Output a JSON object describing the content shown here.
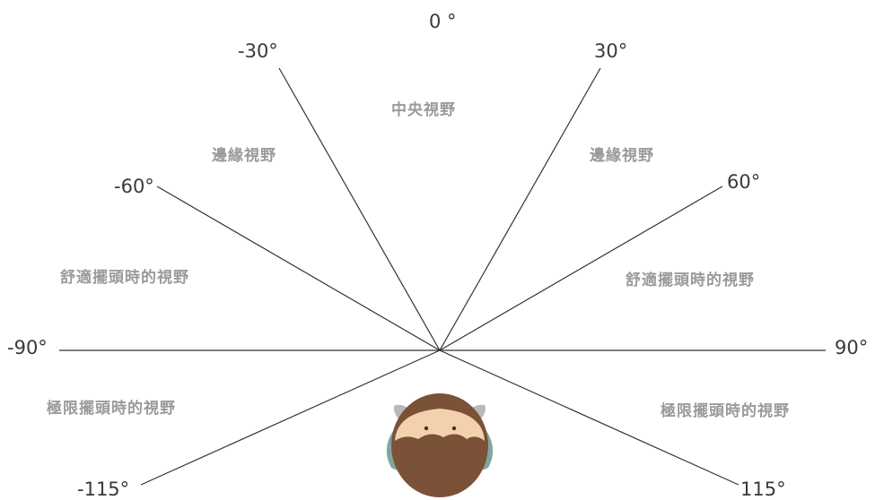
{
  "angles": {
    "a0": "0 °",
    "a_neg30": "-30°",
    "a30": "30°",
    "a_neg60": "-60°",
    "a60": "60°",
    "a_neg90": "-90°",
    "a90": "90°",
    "a_neg115": "-115°",
    "a115": "115°"
  },
  "zones": {
    "central": "中央視野",
    "peripheral_left": "邊緣視野",
    "peripheral_right": "邊緣視野",
    "comfortable_left": "舒適擺頭時的視野",
    "comfortable_right": "舒適擺頭時的視野",
    "extreme_left": "極限擺頭時的視野",
    "extreme_right": "極限擺頭時的視野"
  },
  "colors": {
    "line": "#333333",
    "angle_text": "#3a3a3a",
    "zone_text": "#9a9a9a",
    "hair": "#7b5137",
    "skin": "#f4d1ae",
    "shoulder": "#7fa7a0",
    "ear": "#b9b9b9"
  },
  "icons": {
    "viewer": "person-head-top-view-icon"
  }
}
